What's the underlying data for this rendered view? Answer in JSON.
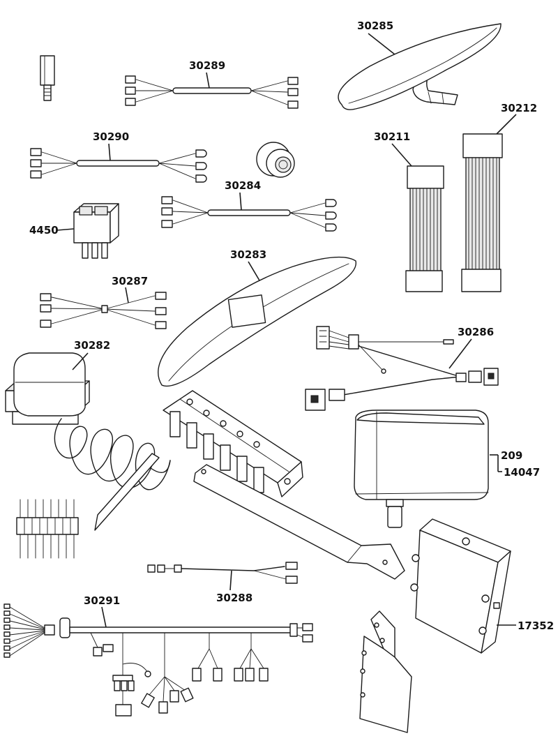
{
  "labels": {
    "p30285": "30285",
    "p30289": "30289",
    "p30212": "30212",
    "p30211": "30211",
    "p30290": "30290",
    "p30284": "30284",
    "p4450": "4450",
    "p30283": "30283",
    "p30287": "30287",
    "p30286": "30286",
    "p30282": "30282",
    "p209": "209",
    "p14047": "14047",
    "p30288": "30288",
    "p30291": "30291",
    "p17352": "17352"
  }
}
